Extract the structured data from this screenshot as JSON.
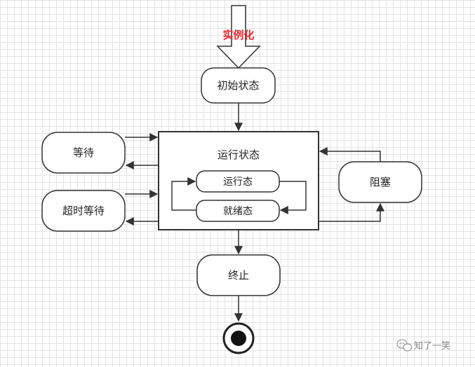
{
  "diagram": {
    "instantiate_label": "实例化",
    "initial_state": "初始状态",
    "running_state": "运行状态",
    "running_sub": "运行态",
    "ready_sub": "就绪态",
    "waiting": "等待",
    "timed_waiting": "超时等待",
    "blocked": "阻塞",
    "terminated": "终止"
  },
  "watermark": {
    "text": "知了一笑",
    "icon": "wechat-icon"
  }
}
